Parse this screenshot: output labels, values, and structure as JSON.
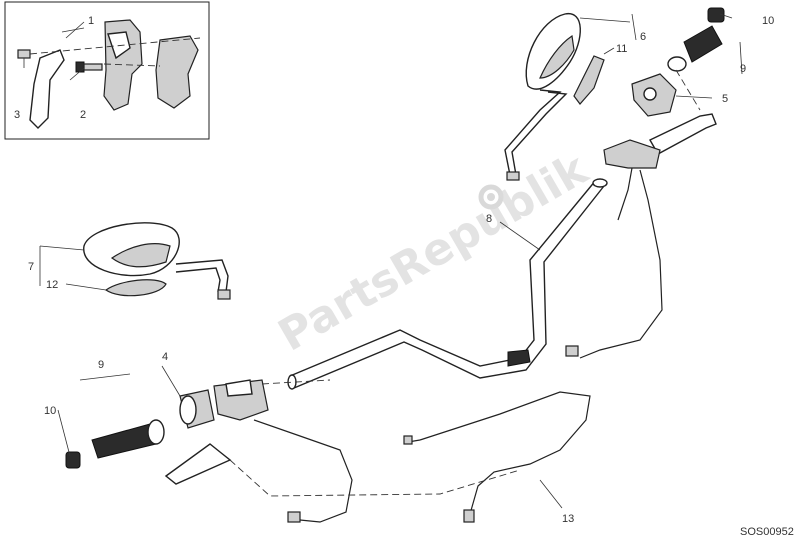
{
  "callouts": {
    "c1": "1",
    "c2": "2",
    "c3": "3",
    "c4": "4",
    "c5": "5",
    "c6": "6",
    "c7": "7",
    "c8": "8",
    "c9_top": "9",
    "c9_left": "9",
    "c10_top": "10",
    "c10_left": "10",
    "c11": "11",
    "c12": "12",
    "c13": "13"
  },
  "diagram_code": "SOS00952",
  "watermark": "PartsRepublik"
}
